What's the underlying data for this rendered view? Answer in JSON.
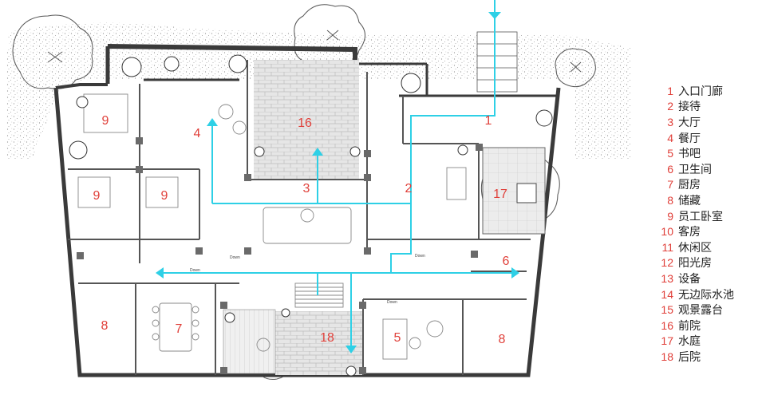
{
  "colors": {
    "accent": "#e0403a",
    "circulation": "#2ed0e6"
  },
  "rooms": [
    {
      "num": "1",
      "name": "入口门廊"
    },
    {
      "num": "2",
      "name": "接待"
    },
    {
      "num": "3",
      "name": "大厅"
    },
    {
      "num": "4",
      "name": "餐厅"
    },
    {
      "num": "5",
      "name": "书吧"
    },
    {
      "num": "6",
      "name": "卫生间"
    },
    {
      "num": "7",
      "name": "厨房"
    },
    {
      "num": "8",
      "name": "储藏"
    },
    {
      "num": "9",
      "name": "员工卧室"
    },
    {
      "num": "10",
      "name": "客房"
    },
    {
      "num": "11",
      "name": "休闲区"
    },
    {
      "num": "12",
      "name": "阳光房"
    },
    {
      "num": "13",
      "name": "设备"
    },
    {
      "num": "14",
      "name": "无边际水池"
    },
    {
      "num": "15",
      "name": "观景露台"
    },
    {
      "num": "16",
      "name": "前院"
    },
    {
      "num": "17",
      "name": "水庭"
    },
    {
      "num": "18",
      "name": "后院"
    }
  ],
  "plan_labels": {
    "l1": "1",
    "l2": "2",
    "l3": "3",
    "l4": "4",
    "l5": "5",
    "l6": "6",
    "l7": "7",
    "l8a": "8",
    "l8b": "8",
    "l9a": "9",
    "l9b": "9",
    "l9c": "9",
    "l16": "16",
    "l17": "17",
    "l18": "18"
  },
  "annotations": {
    "down1": "Down",
    "down2": "Down",
    "down3": "Down",
    "down4": "Down"
  }
}
